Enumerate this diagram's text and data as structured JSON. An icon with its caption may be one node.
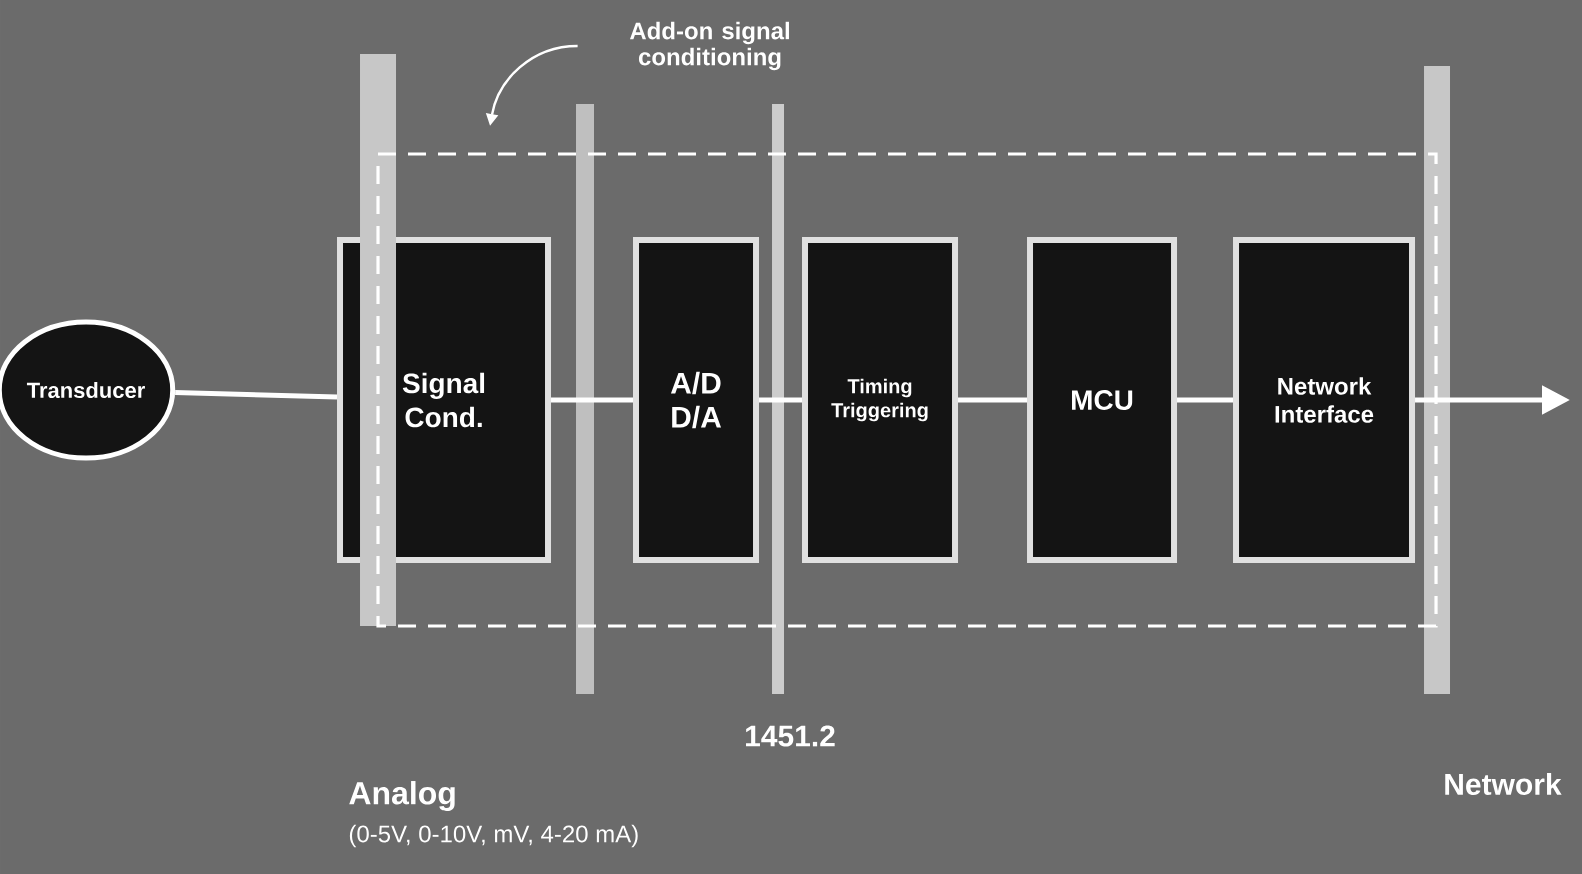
{
  "diagram": {
    "nodes": [
      {
        "text": [
          "Transducer"
        ]
      },
      {
        "text": [
          "Signal Cond."
        ]
      },
      {
        "text": [
          "A/D D/A"
        ]
      },
      {
        "text": [
          "Timing Triggering"
        ]
      },
      {
        "text": [
          "MCU"
        ]
      },
      {
        "text": [
          "Network Interface"
        ]
      },
      {
        "text": [
          "Add-on signal conditioning"
        ]
      }
    ],
    "edges": [
      {
        "from": 0,
        "to": 1,
        "arrow": "none"
      },
      {
        "from": 1,
        "to": 2,
        "arrow": "none"
      },
      {
        "from": 2,
        "to": 3,
        "arrow": "none"
      },
      {
        "from": 3,
        "to": 4,
        "arrow": "none"
      },
      {
        "from": 4,
        "to": 5,
        "arrow": "none"
      },
      {
        "from": 5,
        "to": null,
        "arrow": "to"
      },
      {
        "from": 6,
        "to": null,
        "arrow": "to"
      }
    ],
    "labels": [
      "1451.2",
      "Analog",
      "(0-5V, 0-10V, mV, 4-20 mA)",
      "Network"
    ]
  }
}
